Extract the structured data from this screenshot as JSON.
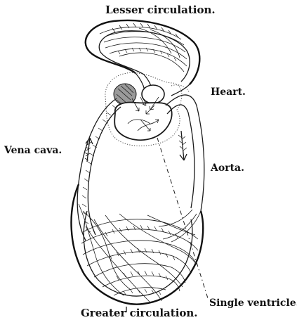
{
  "labels": {
    "lesser_circulation": "Lesser circulation.",
    "heart": "Heart.",
    "vena_cava": "Vena cava.",
    "aorta": "Aorta.",
    "single_ventricle": "Single ventricle.",
    "greater_circulation": "Greater circulation."
  },
  "colors": {
    "ink": "#1a1a1a",
    "background": "#ffffff",
    "auricle_shading": "#9a9a9a"
  }
}
